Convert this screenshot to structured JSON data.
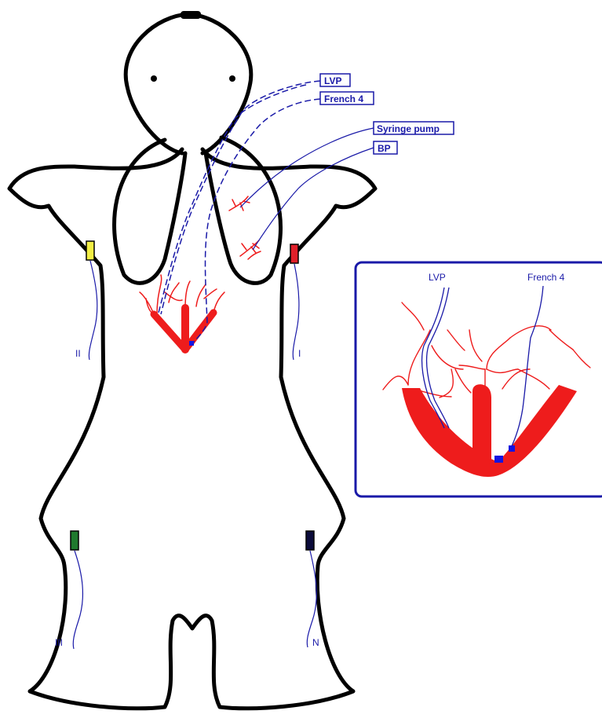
{
  "callouts": {
    "lvp": "LVP",
    "french4": "French 4",
    "syringe_pump": "Syringe pump",
    "bp": "BP"
  },
  "inset": {
    "lvp": "LVP",
    "french4": "French 4"
  },
  "leads": {
    "i": "I",
    "ii": "II",
    "iii": "III",
    "n": "N"
  },
  "colors": {
    "outline": "#000000",
    "vessel": "#ee1c1c",
    "line": "#1a1aa8",
    "lead_i": "#e0202a",
    "lead_ii": "#f2ee44",
    "lead_iii": "#1f7a2e",
    "lead_n": "#0b0b3a",
    "catheter_tip": "#1414e0"
  }
}
